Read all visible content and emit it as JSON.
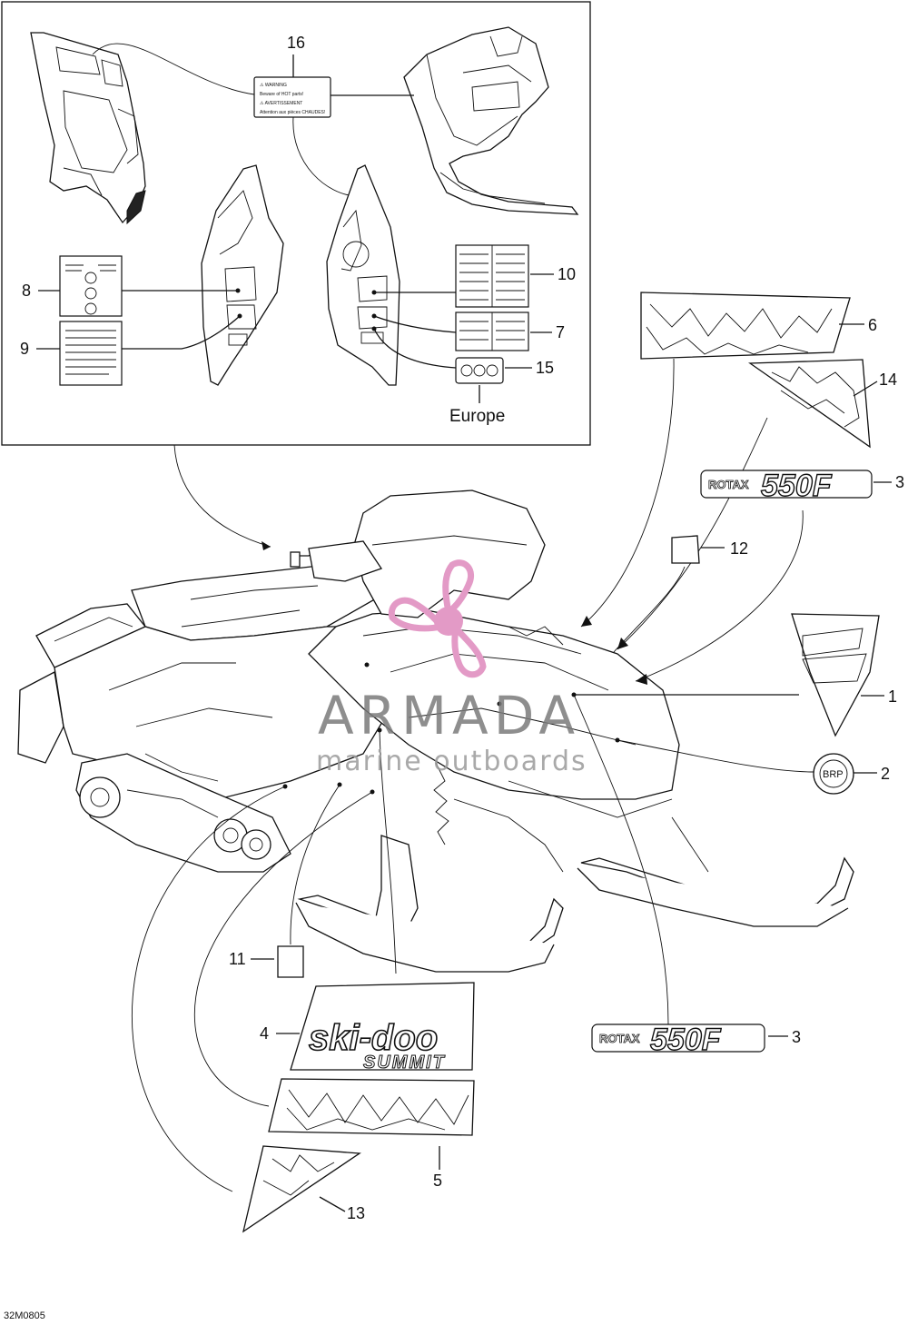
{
  "diagram_code": "32M0805",
  "inset_region_label": "Europe",
  "callouts": {
    "c1": "1",
    "c2": "2",
    "c3a": "3",
    "c3b": "3",
    "c4": "4",
    "c5": "5",
    "c6": "6",
    "c7": "7",
    "c8": "8",
    "c9": "9",
    "c10": "10",
    "c11": "11",
    "c12": "12",
    "c13": "13",
    "c14": "14",
    "c15": "15",
    "c16": "16"
  },
  "decals": {
    "warning_16": {
      "line1": "⚠ WARNING",
      "line2": "Beware of HOT parts!",
      "line3": "⚠ AVERTISSEMENT",
      "line4": "Attention aux pièces CHAUDES!"
    },
    "rotax_prefix": "ROTAX",
    "rotax_model": "550F",
    "brand_logo": "ski-doo",
    "brand_sub": "SUMMIT",
    "emblem_text": "BRP"
  },
  "watermark": {
    "title": "ARMADA",
    "subtitle": "marine outboards",
    "accent_color": "#e39ac6"
  }
}
